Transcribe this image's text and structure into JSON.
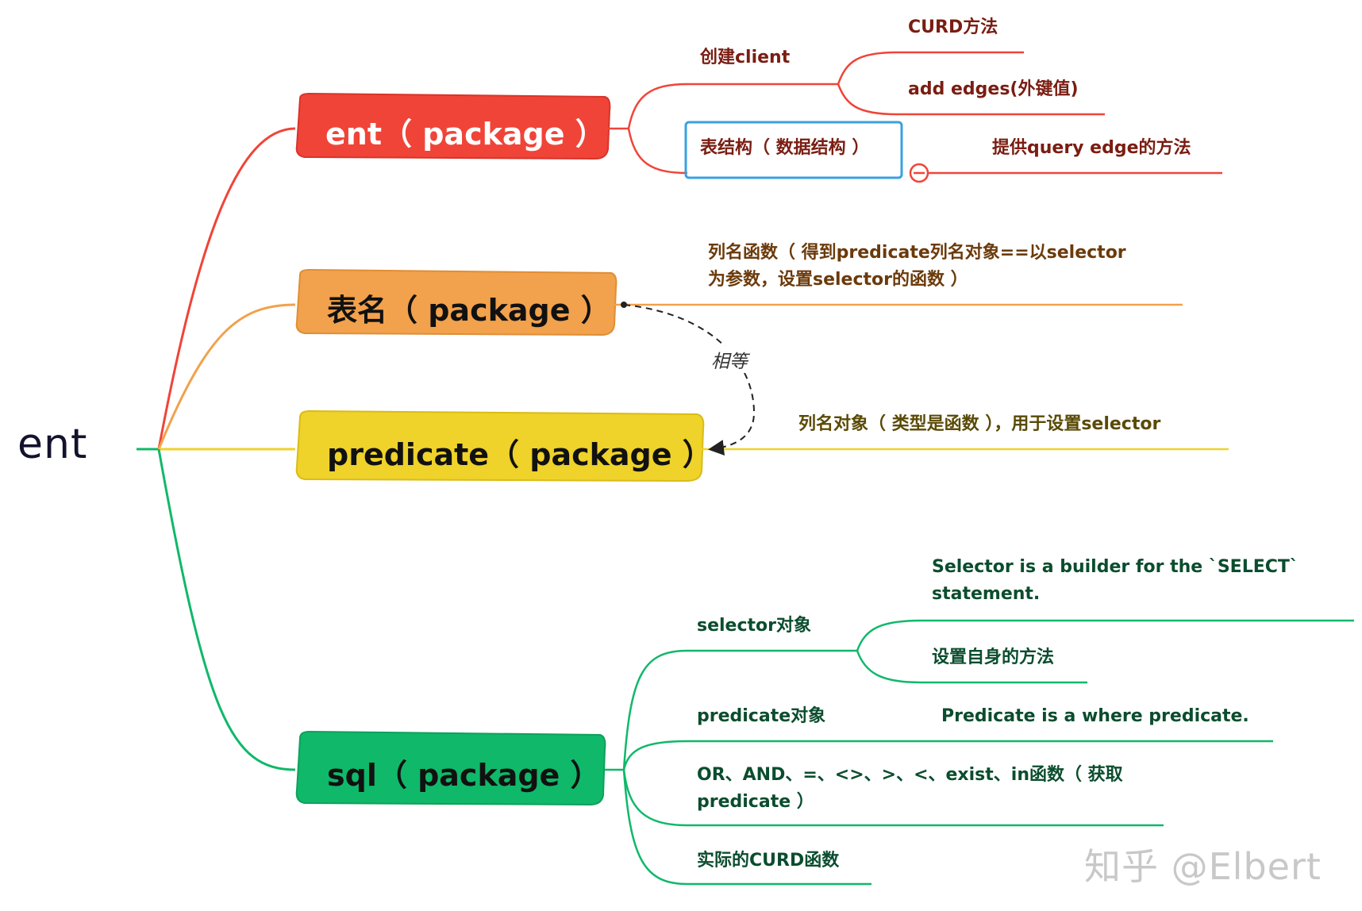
{
  "root": {
    "label": "ent"
  },
  "branches": {
    "ent": {
      "label": "ent（ package ）",
      "color": "#f04438",
      "children": {
        "client": {
          "label": "创建client",
          "children": [
            "CURD方法",
            "add edges(外键值)"
          ]
        },
        "schema": {
          "label": "表结构（ 数据结构 ）",
          "highlight_color": "#3aa1e0",
          "children": [
            "提供query edge的方法"
          ]
        }
      }
    },
    "table": {
      "label": "表名（ package ）",
      "color": "#f2a14c",
      "children": [
        "列名函数（ 得到predicate列名对象==以selector",
        "为参数，设置selector的函数 ）"
      ]
    },
    "predicate": {
      "label": "predicate（ package ）",
      "color": "#efd22a",
      "children": [
        "列名对象（ 类型是函数 ），用于设置selector"
      ]
    },
    "sql": {
      "label": "sql（ package ）",
      "color": "#10b86a",
      "children": {
        "selector": {
          "label": "selector对象",
          "children": [
            "Selector is a builder for the `SELECT`",
            "statement.",
            "设置自身的方法"
          ]
        },
        "predicate_obj": {
          "label": "predicate对象",
          "children": [
            "Predicate is a where predicate."
          ]
        },
        "ops": [
          "OR、AND、=、<>、>、<、exist、in函数（ 获取",
          "predicate ）"
        ],
        "curd": "实际的CURD函数"
      }
    }
  },
  "relation": {
    "label": "相等"
  },
  "watermark": "知乎 @Elbert"
}
